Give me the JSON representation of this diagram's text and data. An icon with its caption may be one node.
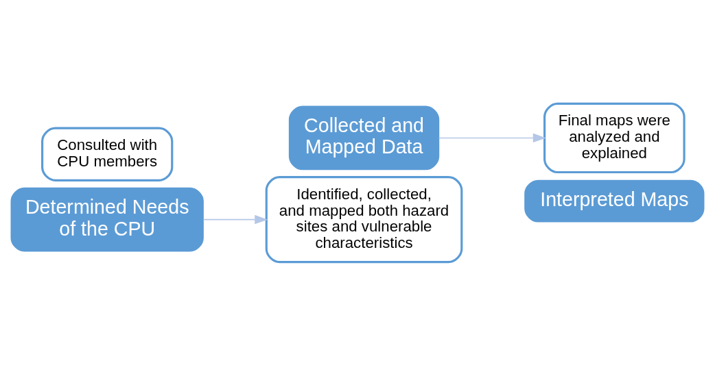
{
  "diagram": {
    "nodes": [
      {
        "text": [
          "Consulted with CPU members"
        ]
      },
      {
        "text": [
          "Determined Needs of the CPU"
        ]
      },
      {
        "text": [
          "Collected and Mapped Data"
        ]
      },
      {
        "text": [
          "Identified, collected, and mapped both hazard sites and vulnerable characteristics"
        ]
      },
      {
        "text": [
          "Final maps were analyzed and explained"
        ]
      },
      {
        "text": [
          "Interpreted Maps"
        ]
      }
    ],
    "edges": [
      {
        "from": 1,
        "to": 3,
        "arrow": "to",
        "color": "#b4c7e7"
      },
      {
        "from": 2,
        "to": 4,
        "arrow": "to",
        "color": "#b4c7e7"
      }
    ]
  }
}
